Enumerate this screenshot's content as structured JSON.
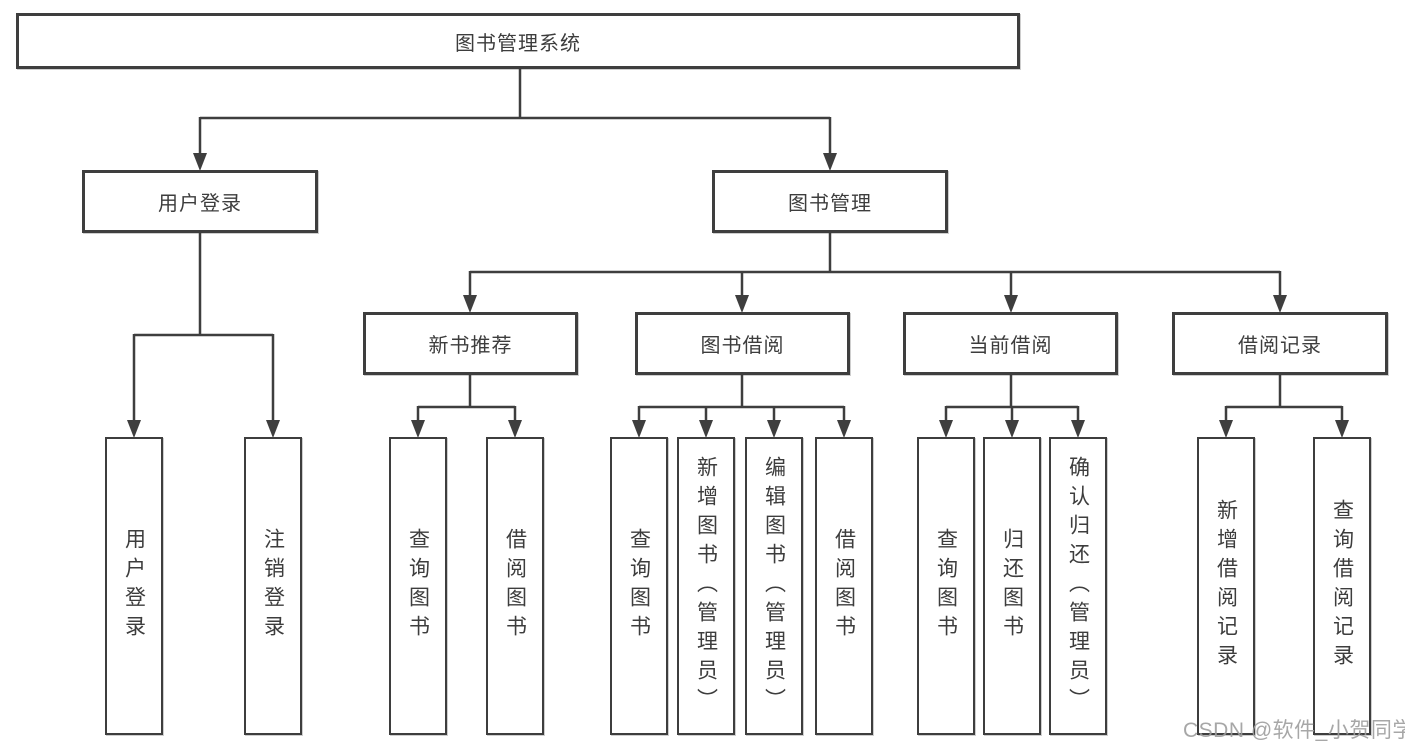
{
  "nodes": {
    "root": "图书管理系统",
    "level2": {
      "user_login": "用户登录",
      "book_management": "图书管理"
    },
    "level3": {
      "new_book": "新书推荐",
      "book_borrow": "图书借阅",
      "current_borrow": "当前借阅",
      "borrow_records": "借阅记录"
    },
    "leaves": {
      "user_login": [
        "用户登录",
        "注销登录"
      ],
      "new_book": [
        "查询图书",
        "借阅图书"
      ],
      "book_borrow": [
        "查询图书",
        "新增图书（管理员）",
        "编辑图书（管理员）",
        "借阅图书"
      ],
      "current_borrow": [
        "查询图书",
        "归还图书",
        "确认归还（管理员）"
      ],
      "borrow_records": [
        "新增借阅记录",
        "查询借阅记录"
      ]
    }
  },
  "watermark": {
    "text": "CSDN @软件_小贺同学"
  },
  "colors": {
    "line": "#3e3e3e",
    "background": "#ffffff",
    "box_fill": "#ffffff",
    "watermark": "#9e9e9e"
  }
}
